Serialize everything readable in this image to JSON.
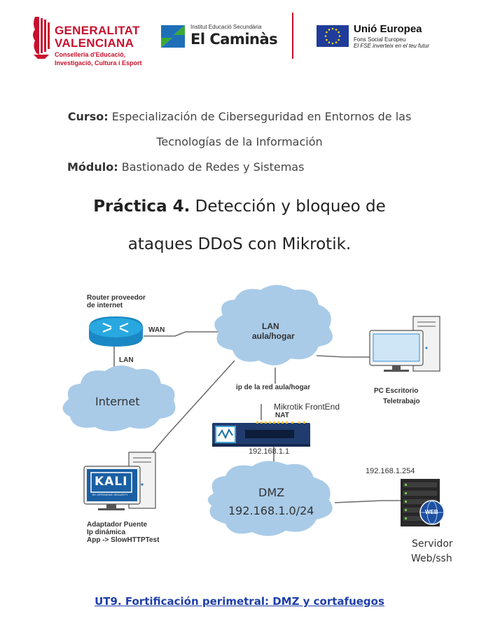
{
  "header": {
    "gva": {
      "line1": "GENERALITAT",
      "line2": "VALENCIANA",
      "sub1": "Conselleria d'Educació,",
      "sub2": "Investigació, Cultura i Esport"
    },
    "school": {
      "small": "Institut Educació Secundària",
      "name": "El Caminàs"
    },
    "eu": {
      "title": "Unió Europea",
      "sub1": "Fons Social Europeu",
      "sub2": "El FSE inverteix en el teu futur"
    }
  },
  "course": {
    "curso_label": "Curso:",
    "curso_text_1": "Especialización de Ciberseguridad en Entornos de las",
    "curso_text_2": "Tecnologías de la Información",
    "modulo_label": "Módulo:",
    "modulo_text": "Bastionado de Redes y Sistemas"
  },
  "practice": {
    "label": "Práctica 4.",
    "title_1": "Detección y bloqueo de",
    "title_2": "ataques DDoS con Mikrotik."
  },
  "diagram": {
    "router_label_1": "Router proveedor",
    "router_label_2": "de internet",
    "wan": "WAN",
    "lan_link": "LAN",
    "internet": "Internet",
    "lan_cloud_1": "LAN",
    "lan_cloud_2": "aula/hogar",
    "pc_label_1": "PC Escritorio",
    "pc_label_2": "Teletrabajo",
    "ip_red": "ip de la red aula/hogar",
    "mikrotik": "Mikrotik FrontEnd",
    "nat": "NAT",
    "mikrotik_ip": "192.168.1.1",
    "kali_logo": "KALI",
    "kali_sub": "BY OFFENSIVE SECURITY",
    "kali_label_1": "Adaptador Puente",
    "kali_label_2": "Ip dinámica",
    "kali_label_3": "App -> SlowHTTPTest",
    "dmz_1": "DMZ",
    "dmz_2": "192.168.1.0/24",
    "server_ip": "192.168.1.254",
    "server_badge": "WEB",
    "server_label_1": "Servidor",
    "server_label_2": "Web/ssh"
  },
  "footer": {
    "link": "UT9. Fortificación perimetral: DMZ y cortafuegos"
  },
  "colors": {
    "gva_red": "#c8102e",
    "cloud_blue": "#a9cbe8",
    "router_blue": "#29a8e0",
    "link_blue": "#1f3fa8",
    "eu_blue": "#1f3c9a"
  }
}
